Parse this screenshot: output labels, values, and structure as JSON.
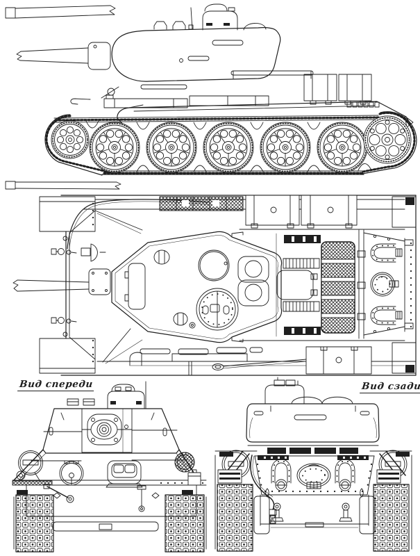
{
  "colors": {
    "paper": "#ffffff",
    "ink": "#1f1f1f"
  },
  "labels": {
    "front_view": "Вид спереди",
    "rear_view": "Вид сзади"
  },
  "views": {
    "side": "side profile drawing",
    "top": "plan (top) drawing",
    "front": "front elevation drawing",
    "rear": "rear elevation drawing"
  }
}
